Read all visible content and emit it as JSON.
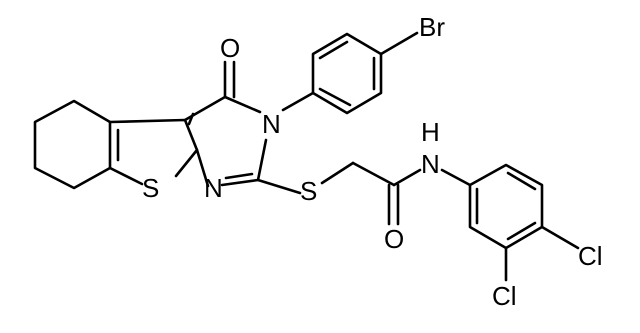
{
  "atoms": {
    "bromine": "Br",
    "carbonyl_oxygen_top": "O",
    "ring_nitrogen_3": "N",
    "thiophene_sulfur": "S",
    "ring_nitrogen_1": "N",
    "thioether_sulfur": "S",
    "amide_nitrogen": "N",
    "amide_hydrogen": "H",
    "amide_oxygen": "O",
    "chlorine_para": "Cl",
    "chlorine_meta": "Cl"
  },
  "colors": {
    "ink": "#000000",
    "background": "#ffffff"
  }
}
